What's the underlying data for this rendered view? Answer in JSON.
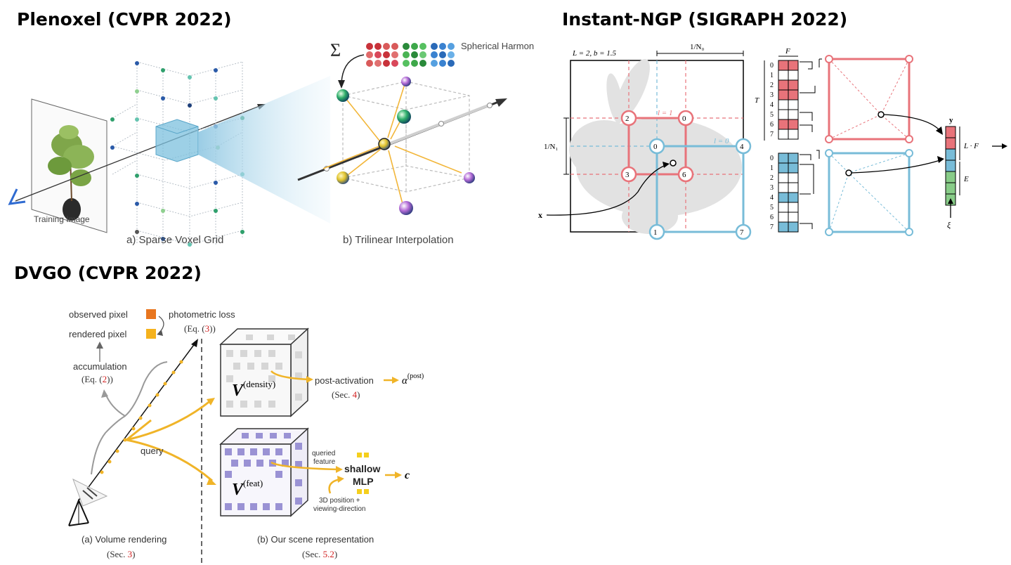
{
  "headings": {
    "plenoxel": "Plenoxel (CVPR 2022)",
    "ngp": "Instant-NGP (SIGRAPH 2022)",
    "dvgo": "DVGO (CVPR 2022)"
  },
  "plenoxel": {
    "training_image": "Training Image",
    "sum_symbol": "Σ",
    "sh_label": "Spherical Harmonics",
    "caption_a": "a) Sparse Voxel Grid",
    "caption_b": "b) Trilinear Interpolation"
  },
  "ngp": {
    "params": "L = 2,  b = 1.5",
    "n0": "1/N₀",
    "n1": "1/N₁",
    "x_label": "x",
    "l1": "l = 1",
    "l0": "l = 0",
    "red_nodes": [
      "2",
      "0",
      "3",
      "6"
    ],
    "blue_nodes": [
      "0",
      "4",
      "1",
      "7"
    ],
    "F": "F",
    "T": "T",
    "table_rows": [
      "0",
      "1",
      "2",
      "3",
      "4",
      "5",
      "6",
      "7"
    ],
    "y_label": "y",
    "LF": "L · F",
    "E": "E",
    "xi": "ξ",
    "colors": {
      "red": "#e8737a",
      "blue": "#78bcd8",
      "green": "#88cc88"
    }
  },
  "dvgo": {
    "observed": "observed pixel",
    "rendered": "rendered pixel",
    "photometric": "photometric loss",
    "eq3_pre": "(Eq. (",
    "eq3_num": "3",
    "eq3_post": "))",
    "accumulation": "accumulation",
    "eq2_pre": "(Eq. (",
    "eq2_num": "2",
    "eq2_post": "))",
    "query": "query",
    "v_density_base": "V",
    "v_density_sup": "(density)",
    "post_activation": "post-activation",
    "alpha_base": "α",
    "alpha_sup": "(post)",
    "sec4_pre": "(Sec. ",
    "sec4_num": "4",
    "sec4_post": ")",
    "v_feat_base": "V",
    "v_feat_sup": "(feat)",
    "queried": "queried",
    "feature": "feature",
    "shallow": "shallow",
    "mlp": "MLP",
    "c": "c",
    "pos1": "3D position +",
    "pos2": "viewing-direction",
    "caption_a": "(a) Volume rendering",
    "sec3_pre": "(Sec. ",
    "sec3_num": "3",
    "sec3_post": ")",
    "caption_b": "(b) Our scene representation",
    "sec52_pre": "(Sec. ",
    "sec52_num": "5.2",
    "sec52_post": ")",
    "colors": {
      "orange": "#e9a22c",
      "observed": "#e8761f",
      "rendered": "#f5b21d",
      "ref": "#d11f1f"
    }
  }
}
